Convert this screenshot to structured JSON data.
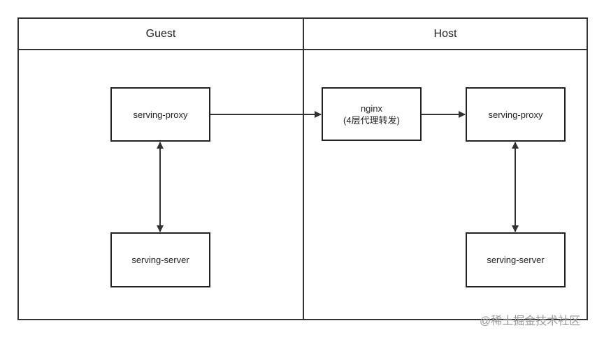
{
  "panels": {
    "guest": {
      "title": "Guest"
    },
    "host": {
      "title": "Host"
    }
  },
  "nodes": {
    "guest_proxy": {
      "label": "serving-proxy"
    },
    "guest_server": {
      "label": "serving-server"
    },
    "nginx": {
      "line1": "nginx",
      "line2": "(4层代理转发)"
    },
    "host_proxy": {
      "label": "serving-proxy"
    },
    "host_server": {
      "label": "serving-server"
    }
  },
  "edges": [
    {
      "from": "guest_proxy",
      "to": "nginx",
      "direction": "forward"
    },
    {
      "from": "nginx",
      "to": "host_proxy",
      "direction": "forward"
    },
    {
      "from": "guest_proxy",
      "to": "guest_server",
      "direction": "both"
    },
    {
      "from": "host_proxy",
      "to": "host_server",
      "direction": "both"
    }
  ],
  "watermark": "@稀土掘金技术社区",
  "colors": {
    "line": "#333333",
    "box_border": "#222222",
    "watermark": "#9a9a9a"
  }
}
